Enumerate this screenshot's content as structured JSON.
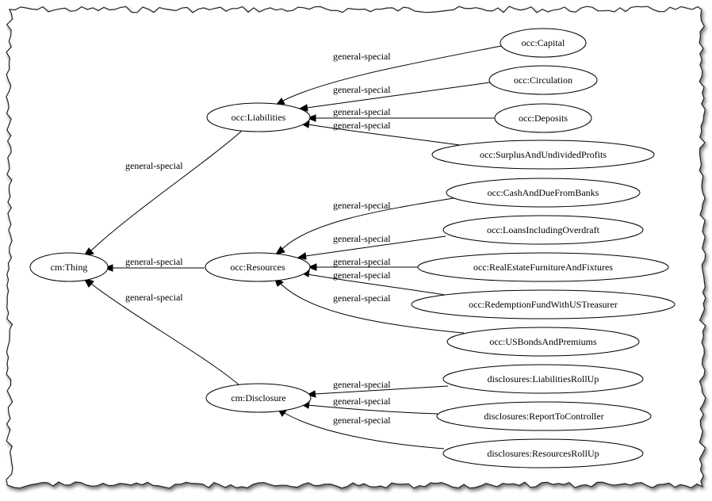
{
  "diagram": {
    "type": "ontology-graph",
    "nodes": {
      "thing": "cm:Thing",
      "liabilities": "occ:Liabilities",
      "resources": "occ:Resources",
      "disclosure": "cm:Disclosure",
      "capital": "occ:Capital",
      "circulation": "occ:Circulation",
      "deposits": "occ:Deposits",
      "surplus": "occ:SurplusAndUndividedProfits",
      "cash": "occ:CashAndDueFromBanks",
      "loans": "occ:LoansIncludingOverdraft",
      "realestate": "occ:RealEstateFurnitureAndFixtures",
      "redemption": "occ:RedemptionFundWithUSTreasurer",
      "bonds": "occ:USBondsAndPremiums",
      "liabRollUp": "disclosures:LiabilitiesRollUp",
      "report": "disclosures:ReportToController",
      "resRollUp": "disclosures:ResourcesRollUp"
    },
    "edges": [
      {
        "from": "liabilities",
        "to": "thing",
        "label": "general-special"
      },
      {
        "from": "resources",
        "to": "thing",
        "label": "general-special"
      },
      {
        "from": "disclosure",
        "to": "thing",
        "label": "general-special"
      },
      {
        "from": "capital",
        "to": "liabilities",
        "label": "general-special"
      },
      {
        "from": "circulation",
        "to": "liabilities",
        "label": "general-special"
      },
      {
        "from": "deposits",
        "to": "liabilities",
        "label": "general-special"
      },
      {
        "from": "surplus",
        "to": "liabilities",
        "label": "general-special"
      },
      {
        "from": "cash",
        "to": "resources",
        "label": "general-special"
      },
      {
        "from": "loans",
        "to": "resources",
        "label": "general-special"
      },
      {
        "from": "realestate",
        "to": "resources",
        "label": "general-special"
      },
      {
        "from": "redemption",
        "to": "resources",
        "label": "general-special"
      },
      {
        "from": "bonds",
        "to": "resources",
        "label": "general-special"
      },
      {
        "from": "liabRollUp",
        "to": "disclosure",
        "label": "general-special"
      },
      {
        "from": "report",
        "to": "disclosure",
        "label": "general-special"
      },
      {
        "from": "resRollUp",
        "to": "disclosure",
        "label": "general-special"
      }
    ]
  }
}
